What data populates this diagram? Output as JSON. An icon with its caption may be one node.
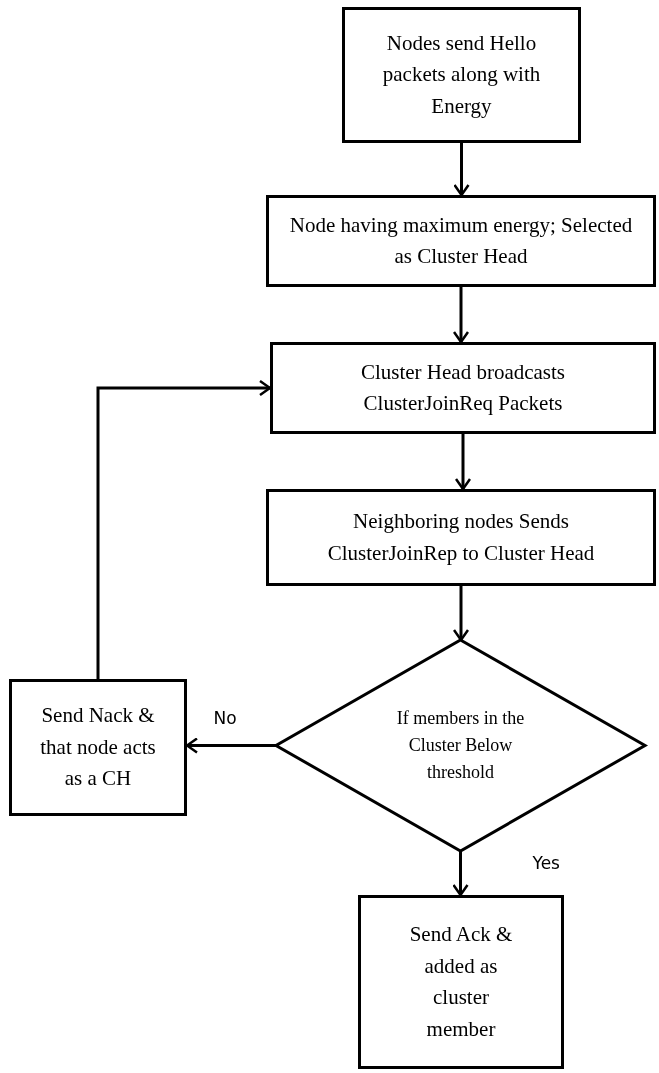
{
  "diagram": {
    "nodes": [
      {
        "text": [
          "Nodes send Hello packets along with Energy"
        ]
      },
      {
        "text": [
          "Node having maximum energy; Selected as Cluster Head"
        ]
      },
      {
        "text": [
          "Cluster Head broadcasts ClusterJoinReq Packets"
        ]
      },
      {
        "text": [
          "Neighboring nodes Sends ClusterJoinRep to Cluster Head"
        ]
      },
      {
        "text": [
          "If members in the Cluster Below threshold"
        ]
      },
      {
        "text": [
          "Send Nack & that node acts as a CH"
        ]
      },
      {
        "text": [
          "Send Ack & added as cluster member"
        ]
      }
    ],
    "edges": [
      {
        "from": 0,
        "to": 1,
        "arrow": "to"
      },
      {
        "from": 1,
        "to": 2,
        "arrow": "to"
      },
      {
        "from": 2,
        "to": 3,
        "arrow": "to"
      },
      {
        "from": 3,
        "to": 4,
        "arrow": "to"
      },
      {
        "from": 4,
        "to": 5,
        "arrow": "to",
        "label": "No"
      },
      {
        "from": 4,
        "to": 6,
        "arrow": "to",
        "label": "Yes"
      },
      {
        "from": 5,
        "to": 2,
        "arrow": "to"
      }
    ]
  }
}
